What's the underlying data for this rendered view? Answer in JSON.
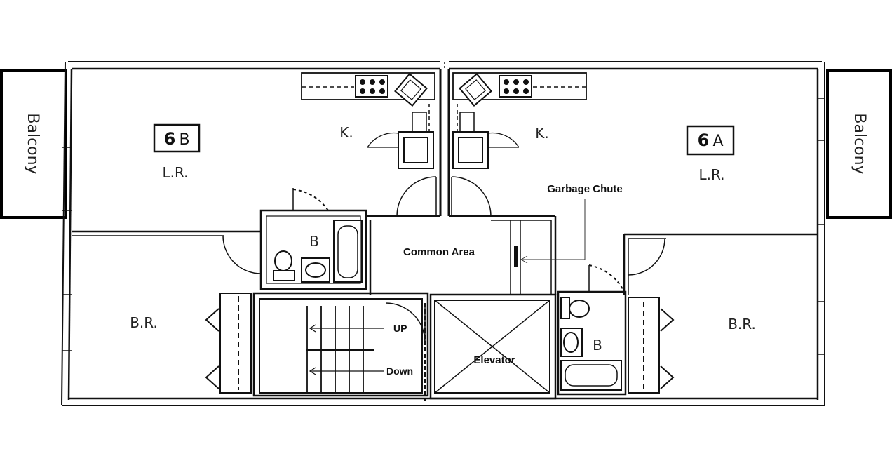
{
  "title": "",
  "units": {
    "left": {
      "number": "6",
      "letter": "B",
      "living_room": "L.R.",
      "kitchen": "K.",
      "bedroom": "B.R.",
      "bath": "B",
      "balcony": "Balcony"
    },
    "right": {
      "number": "6",
      "letter": "A",
      "living_room": "L.R.",
      "kitchen": "K.",
      "bedroom": "B.R.",
      "bath": "B",
      "balcony": "Balcony"
    }
  },
  "common": {
    "common_area": "Common Area",
    "garbage_chute": "Garbage Chute",
    "elevator": "Elevator",
    "stairs_up": "UP",
    "stairs_down": "Down"
  },
  "colors": {
    "line": "#111111",
    "background": "#ffffff"
  }
}
